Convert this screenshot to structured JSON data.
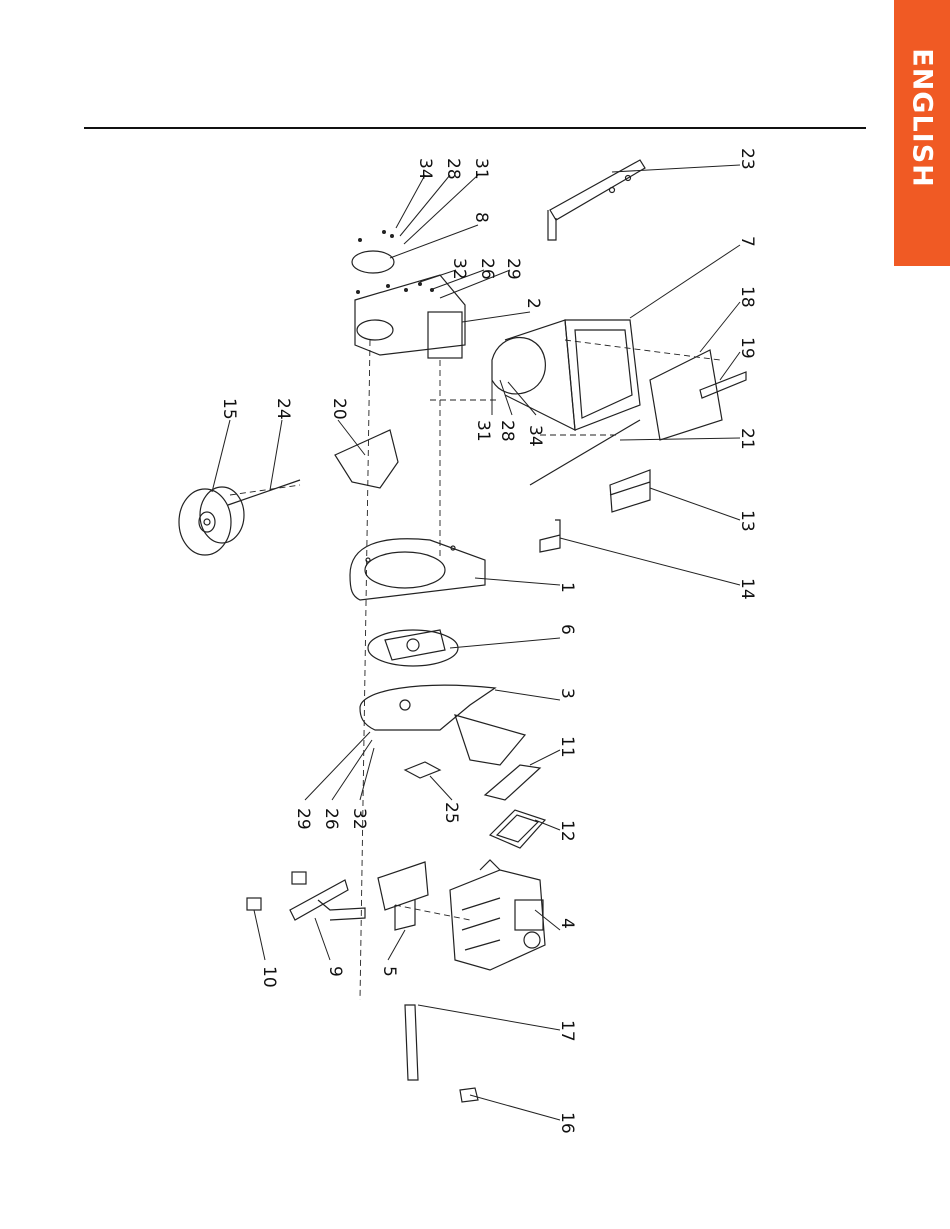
{
  "section_tab": {
    "label": "ENGLISH",
    "color": "#f05a24"
  },
  "diagram": {
    "callouts": [
      {
        "id": "c23",
        "label": "23"
      },
      {
        "id": "c7",
        "label": "7"
      },
      {
        "id": "c18",
        "label": "18"
      },
      {
        "id": "c19",
        "label": "19"
      },
      {
        "id": "c21",
        "label": "21"
      },
      {
        "id": "c13",
        "label": "13"
      },
      {
        "id": "c14",
        "label": "14"
      },
      {
        "id": "c1",
        "label": "1"
      },
      {
        "id": "c6",
        "label": "6"
      },
      {
        "id": "c3",
        "label": "3"
      },
      {
        "id": "c11",
        "label": "11"
      },
      {
        "id": "c12",
        "label": "12"
      },
      {
        "id": "c4",
        "label": "4"
      },
      {
        "id": "c17",
        "label": "17"
      },
      {
        "id": "c16",
        "label": "16"
      },
      {
        "id": "c34a",
        "label": "34"
      },
      {
        "id": "c28a",
        "label": "28"
      },
      {
        "id": "c31a",
        "label": "31"
      },
      {
        "id": "c8",
        "label": "8"
      },
      {
        "id": "c32a",
        "label": "32"
      },
      {
        "id": "c26a",
        "label": "26"
      },
      {
        "id": "c29a",
        "label": "29"
      },
      {
        "id": "c2",
        "label": "2"
      },
      {
        "id": "c31b",
        "label": "31"
      },
      {
        "id": "c28b",
        "label": "28"
      },
      {
        "id": "c34b",
        "label": "34"
      },
      {
        "id": "c15",
        "label": "15"
      },
      {
        "id": "c24",
        "label": "24"
      },
      {
        "id": "c20",
        "label": "20"
      },
      {
        "id": "c29b",
        "label": "29"
      },
      {
        "id": "c26b",
        "label": "26"
      },
      {
        "id": "c32b",
        "label": "32"
      },
      {
        "id": "c25",
        "label": "25"
      },
      {
        "id": "c10",
        "label": "10"
      },
      {
        "id": "c9",
        "label": "9"
      },
      {
        "id": "c5",
        "label": "5"
      }
    ]
  }
}
